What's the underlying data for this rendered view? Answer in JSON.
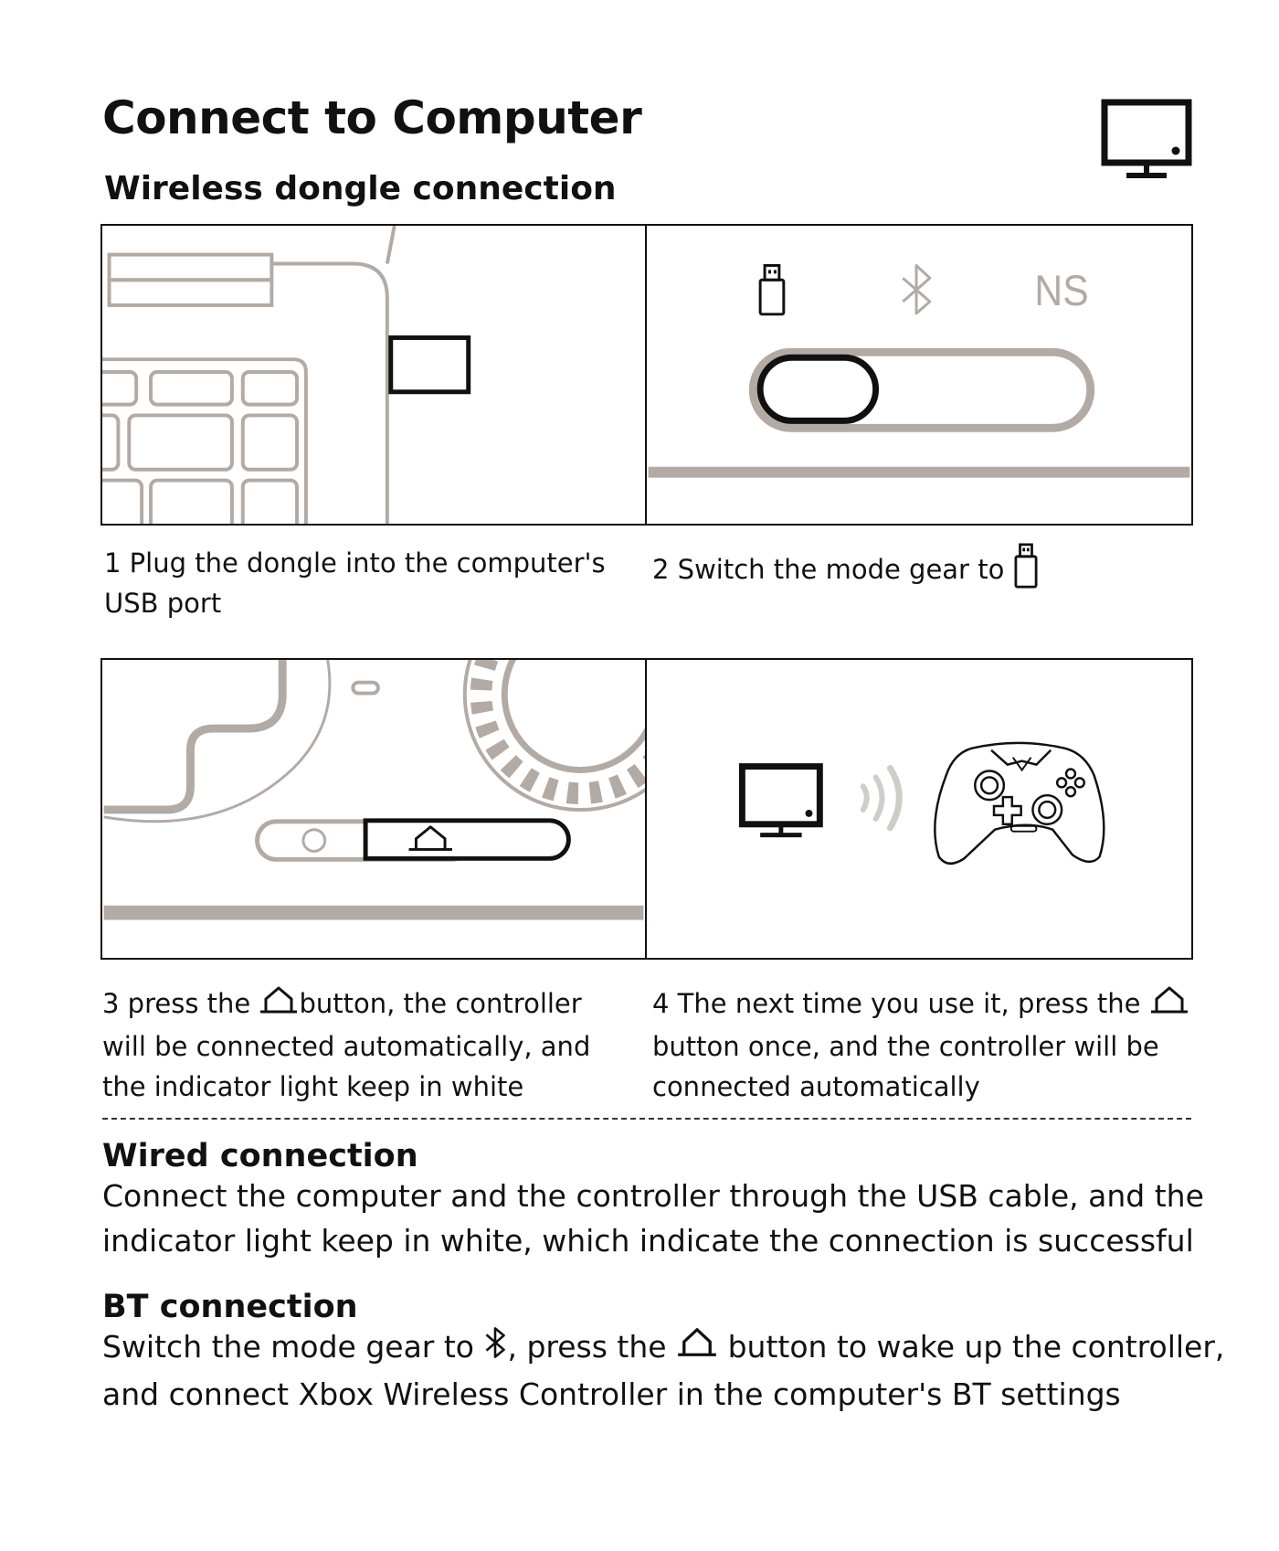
{
  "page": {
    "title": "Connect to Computer",
    "subtitle": "Wireless dongle connection"
  },
  "icons": {
    "header": "monitor-icon",
    "mode_usb": "usb-dongle-icon",
    "mode_bt": "bluetooth-icon",
    "mode_ns_label": "NS",
    "home": "home-icon"
  },
  "steps": [
    {
      "text": "1 Plug the dongle into the computer's USB port"
    },
    {
      "text_before": "2 Switch the mode gear to"
    },
    {
      "text_before": "3 press the",
      "text_after": "button, the controller will be connected automatically, and the indicator light keep in white"
    },
    {
      "text_before": "4 The next time you use it, press the",
      "text_after": "button once, and the controller will be connected automatically"
    }
  ],
  "wired": {
    "heading": "Wired connection",
    "body": "Connect the computer and the controller through the USB cable, and the indicator light keep in white, which indicate the connection is successful"
  },
  "bt": {
    "heading": "BT connection",
    "body_a": "Switch the mode gear to",
    "body_b": ", press the",
    "body_c": "button to wake up the controller, and connect Xbox Wireless Controller in the computer's BT settings"
  },
  "colors": {
    "ink": "#111111",
    "line_gray": "#b3aaa4",
    "light_gray": "#d0ccc8"
  }
}
